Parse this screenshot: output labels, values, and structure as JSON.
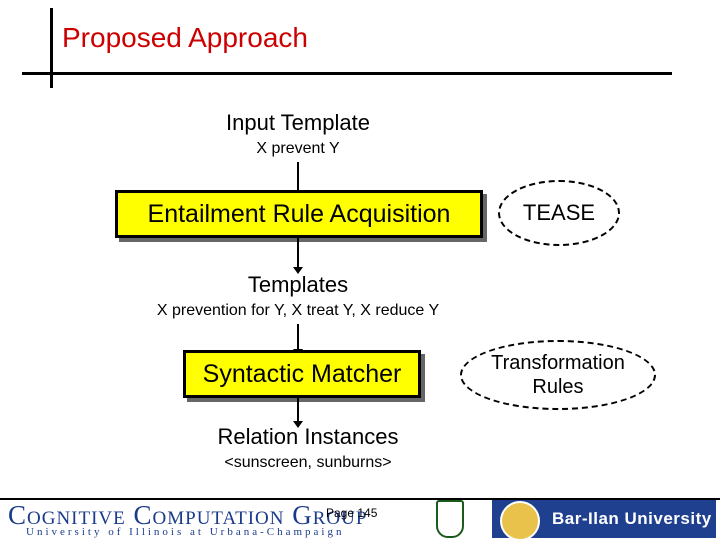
{
  "slide": {
    "title": "Proposed Approach"
  },
  "flow": {
    "input_template": "Input Template",
    "input_example": "X prevent Y",
    "acquisition_box": "Entailment Rule Acquisition",
    "tease": "TEASE",
    "templates": "Templates",
    "templates_example": "X prevention for Y, X treat Y, X reduce Y",
    "matcher_box": "Syntactic Matcher",
    "transformation_rules_line1": "Transformation",
    "transformation_rules_line2": "Rules",
    "relation_instances": "Relation Instances",
    "relation_example": "<sunscreen, sunburns>"
  },
  "footer": {
    "logo_main": "Cognitive Computation Group",
    "logo_sub": "University of Illinois at Urbana-Champaign",
    "page": "Page 145",
    "university": "Bar-Ilan University"
  },
  "colors": {
    "title": "#cc0000",
    "box_fill": "#ffff00",
    "brand_blue": "#1f3f8f"
  }
}
